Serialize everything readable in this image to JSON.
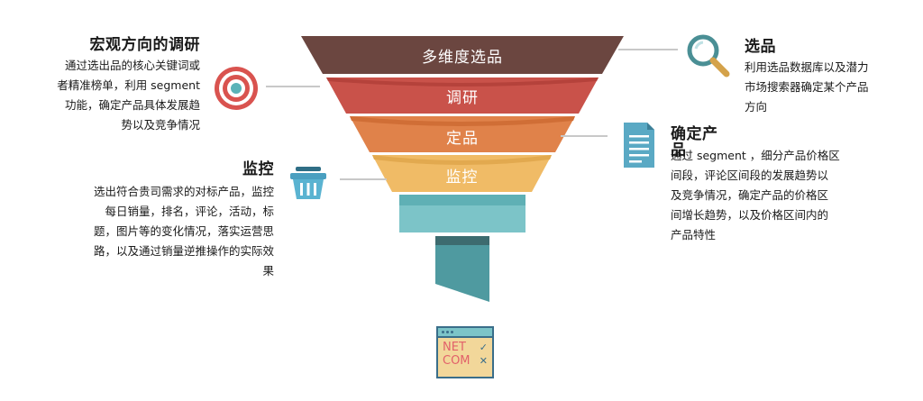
{
  "funnel": {
    "layer1": "多维度选品",
    "layer2": "调研",
    "layer3": "定品",
    "layer4": "监控"
  },
  "left_top": {
    "title": "宏观方向的调研",
    "desc_lines": [
      "通过选出品的核心关键词或",
      "者精准榜单，利用 segment",
      "功能，确定产品具体发展趋",
      "势以及竞争情况"
    ]
  },
  "left_bottom": {
    "title": "监控",
    "desc_lines": [
      "选出符合贵司需求的对标产品，监控",
      "每日销量，排名，评论，活动，标",
      "题，图片等的变化情况，落实运营思",
      "路，以及通过销量逆推操作的实际效",
      "果"
    ]
  },
  "right_top": {
    "title": "选品",
    "desc_lines": [
      "利用选品数据库以及潜力",
      "市场搜索器确定某个产品",
      "方向"
    ]
  },
  "right_mid": {
    "title_lines": [
      "确定产",
      "品"
    ],
    "desc_lines": [
      "通过 segment ，细分产品价格区",
      "间段，评论区间段的发展趋势以",
      "及竞争情况，确定产品的价格区",
      "间增长趋势，以及价格区间内的",
      "产品特性"
    ]
  },
  "logo": {
    "line1": "NET",
    "line2": "COM"
  },
  "colors": {
    "layer1": "#6b4640",
    "layer2": "#c9524a",
    "layer3": "#e0824a",
    "layer4": "#f0bb66",
    "stem": "#7cc4c8",
    "tail": "#4f9aa0",
    "target": "#d9534f"
  }
}
